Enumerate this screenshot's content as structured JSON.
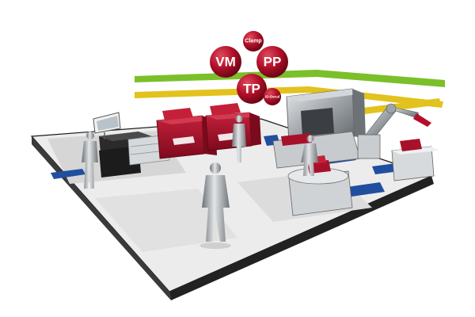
{
  "bubbles": {
    "vm": "VM",
    "pp": "PP",
    "tp": "TP",
    "clamp": "Clamp",
    "decal": "ID-Decal"
  },
  "icons": [
    "worker-figure-icon",
    "robot-arm-icon",
    "monitor-icon",
    "workpiece-icon",
    "machine-tool-icon"
  ],
  "colors": {
    "bubble_red": "#b3102a",
    "part_red": "#a8112a",
    "lane_green": "#7bbf2a",
    "lane_yellow": "#e2c21c",
    "floor_blue": "#1f4f9e",
    "floor": "#ececec",
    "floor_edge": "#1a1a1a",
    "metal": "#9ea3a8"
  }
}
